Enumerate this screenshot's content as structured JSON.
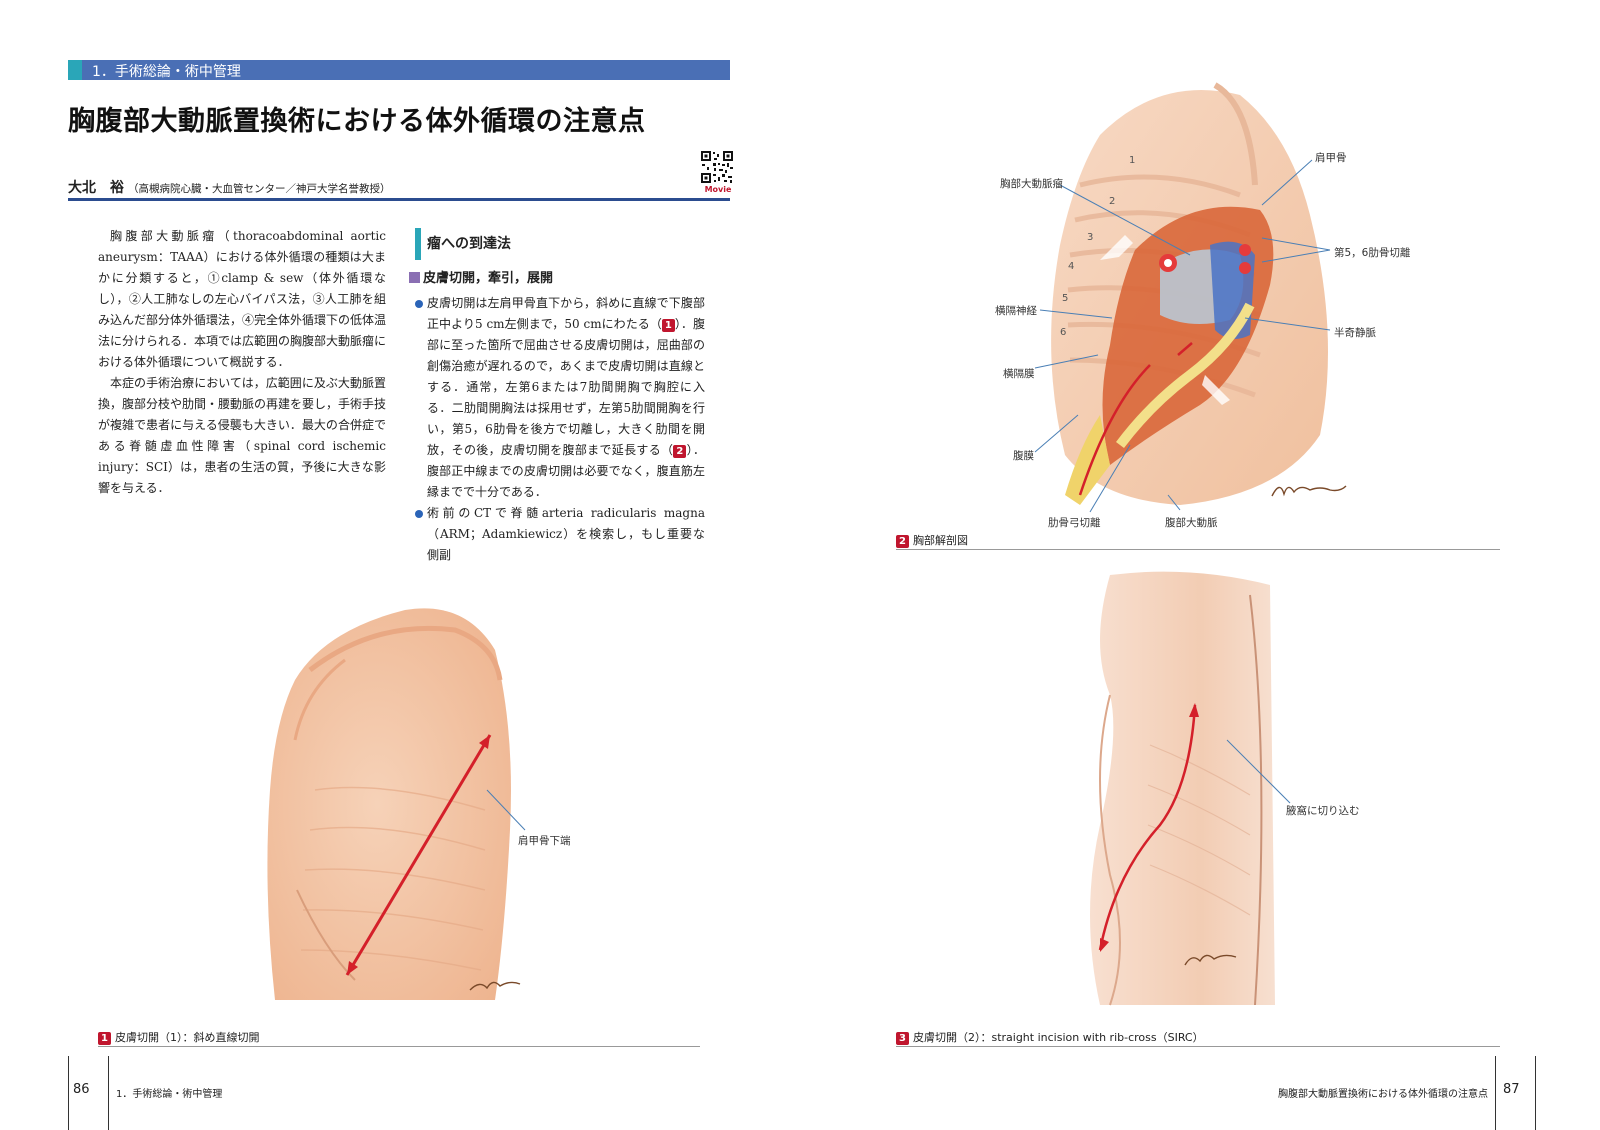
{
  "header": {
    "chapter": "1．手術総論・術中管理",
    "title": "胸腹部大動脈置換術における体外循環の注意点",
    "author_name": "大北　裕",
    "author_affiliation": "（高槻病院心臓・大血管センター／神戸大学名誉教授）",
    "movie_label": "Movie"
  },
  "intro": {
    "p1": "胸腹部大動脈瘤（thoracoabdominal aortic aneurysm：TAAA）における体外循環の種類は大まかに分類すると，①clamp & sew（体外循環なし），②人工肺なしの左心バイパス法，③人工肺を組み込んだ部分体外循環法，④完全体外循環下の低体温法に分けられる．本項では広範囲の胸腹部大動脈瘤における体外循環について概説する．",
    "p2": "本症の手術治療においては，広範囲に及ぶ大動脈置換，腹部分枝や肋間・腰動脈の再建を要し，手術手技が複雑で患者に与える侵襲も大きい．最大の合併症である脊髄虚血性障害（spinal cord ischemic injury：SCI）は，患者の生活の質，予後に大きな影響を与える．"
  },
  "section": {
    "heading": "瘤への到達法",
    "subheading": "皮膚切開，牽引，展開",
    "b1_part1": "皮膚切開は左肩甲骨直下から，斜めに直線で下腹部正中より5 cm左側まで，50 cmにわたる（",
    "b1_ref1": "1",
    "b1_part2": "）．腹部に至った箇所で屈曲させる皮膚切開は，屈曲部の創傷治癒が遅れるので，あくまで皮膚切開は直線とする．通常，左第6または7肋間開胸で胸腔に入る．二肋間開胸法は採用せず，左第5肋間開胸を行い，第5，6肋骨を後方で切離し，大きく肋間を開放，その後，皮膚切開を腹部まで延長する（",
    "b1_ref2": "2",
    "b1_part3": "）．腹部正中線までの皮膚切開は必要でなく，腹直筋左縁までで十分である．",
    "b2": "術前のCTで脊髄arteria radicularis magna（ARM；Adamkiewicz）を検索し，もし重要な側副"
  },
  "figures": {
    "fig1": {
      "num": "1",
      "caption": "皮膚切開（1）：斜め直線切開",
      "label_scapula_tip": "肩甲骨下端"
    },
    "fig2": {
      "num": "2",
      "caption": "胸部解剖図",
      "labels": {
        "aneurysm": "胸部大動脈瘤",
        "scapula": "肩甲骨",
        "rib_cut": "第5，6肋骨切離",
        "phrenic": "横隔神経",
        "hemiazygos": "半奇静脈",
        "diaphragm": "横隔膜",
        "peritoneum": "腹膜",
        "costal_arch": "肋骨弓切離",
        "abd_aorta": "腹部大動脈"
      },
      "ribs": [
        "1",
        "2",
        "3",
        "4",
        "5",
        "6"
      ]
    },
    "fig3": {
      "num": "3",
      "caption": "皮膚切開（2）：straight incision with rib-cross（SIRC）",
      "label_axilla": "腋窩に切り込む"
    }
  },
  "footer": {
    "left_page": "86",
    "left_running": "1．手術総論・術中管理",
    "right_running": "胸腹部大動脈置換術における体外循環の注意点",
    "right_page": "87"
  },
  "colors": {
    "chapter_bar": "#4a6fb5",
    "accent_teal": "#2aa6b8",
    "figure_number_red": "#c0162e",
    "incision_red": "#d4202a",
    "skin": "#f3c3a6"
  }
}
